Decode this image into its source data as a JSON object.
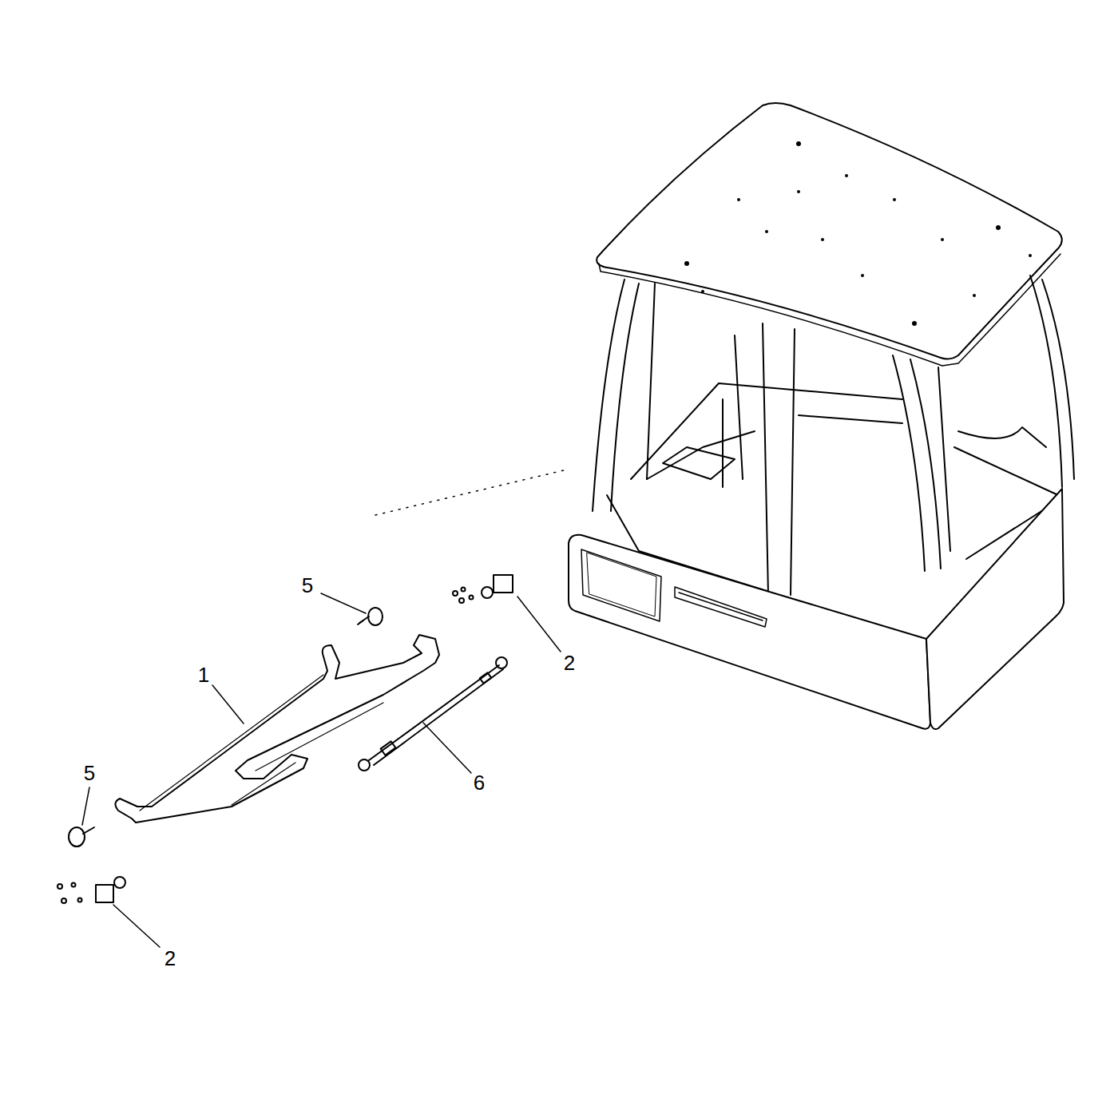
{
  "diagram": {
    "labels": [
      "5",
      "2",
      "1",
      "6",
      "5",
      "2"
    ]
  }
}
